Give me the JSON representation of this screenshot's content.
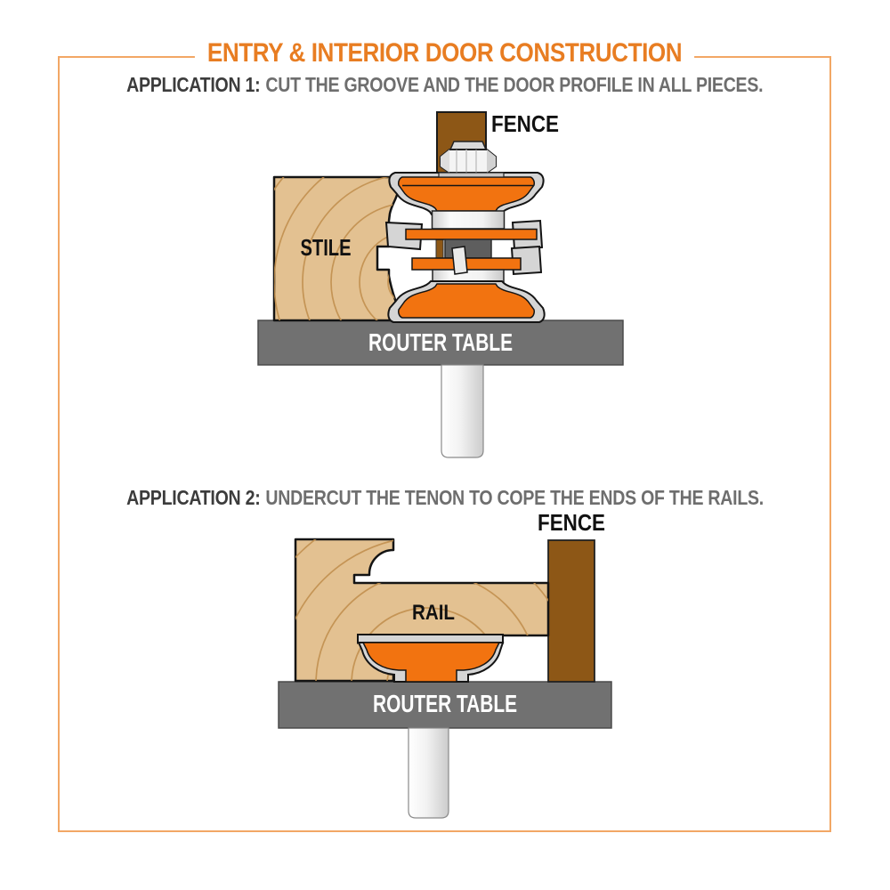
{
  "title": "ENTRY & INTERIOR DOOR CONSTRUCTION",
  "applications": [
    {
      "heading_strong": "APPLICATION 1:",
      "heading_rest": "CUT THE GROOVE AND THE DOOR PROFILE IN ALL PIECES.",
      "labels": {
        "fence": "FENCE",
        "workpiece": "STILE",
        "table": "ROUTER TABLE"
      }
    },
    {
      "heading_strong": "APPLICATION 2:",
      "heading_rest": "UNDERCUT THE TENON TO COPE THE ENDS OF THE RAILS.",
      "labels": {
        "fence": "FENCE",
        "workpiece": "RAIL",
        "table": "ROUTER TABLE"
      }
    }
  ],
  "colors": {
    "accent_orange": "#E87D22",
    "cutter_orange": "#F27310",
    "frame_border": "#F2A765",
    "wood_light": "#E3C191",
    "wood_grain": "#C1904F",
    "fence_brown": "#8D5716",
    "table_gray": "#717171",
    "steel_gray": "#D5D5D5",
    "bearing_gray": "#5E5E5E",
    "heading_dark": "#3C3C3C",
    "heading_gray": "#6E6E6E",
    "label_black": "#111111",
    "table_text": "#FFFFFF"
  }
}
